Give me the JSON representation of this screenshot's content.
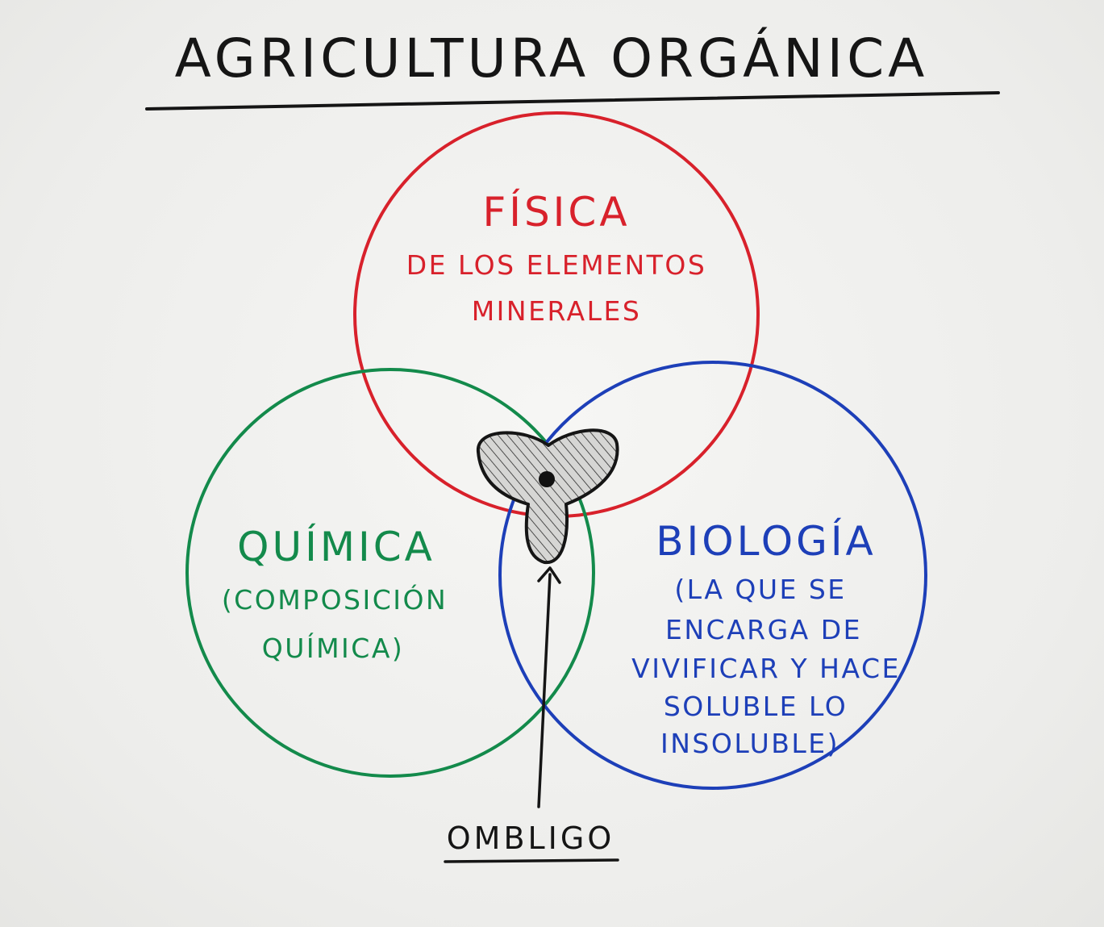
{
  "title": "AGRICULTURA ORGÁNICA",
  "colors": {
    "fisica": "#d8212b",
    "quimica": "#138a4b",
    "biologia": "#1d3fb8",
    "ink": "#151515"
  },
  "circles": {
    "fisica": {
      "heading": "FÍSICA",
      "lines": [
        "DE LOS ELEMENTOS",
        "MINERALES"
      ]
    },
    "quimica": {
      "heading": "QUÍMICA",
      "lines": [
        "(COMPOSICIÓN",
        "QUÍMICA)"
      ]
    },
    "biologia": {
      "heading": "BIOLOGÍA",
      "lines": [
        "(LA QUE SE",
        "ENCARGA DE",
        "VIVIFICAR Y HACE",
        "SOLUBLE LO",
        "INSOLUBLE)"
      ]
    }
  },
  "center": {
    "label": "OMBLIGO"
  }
}
